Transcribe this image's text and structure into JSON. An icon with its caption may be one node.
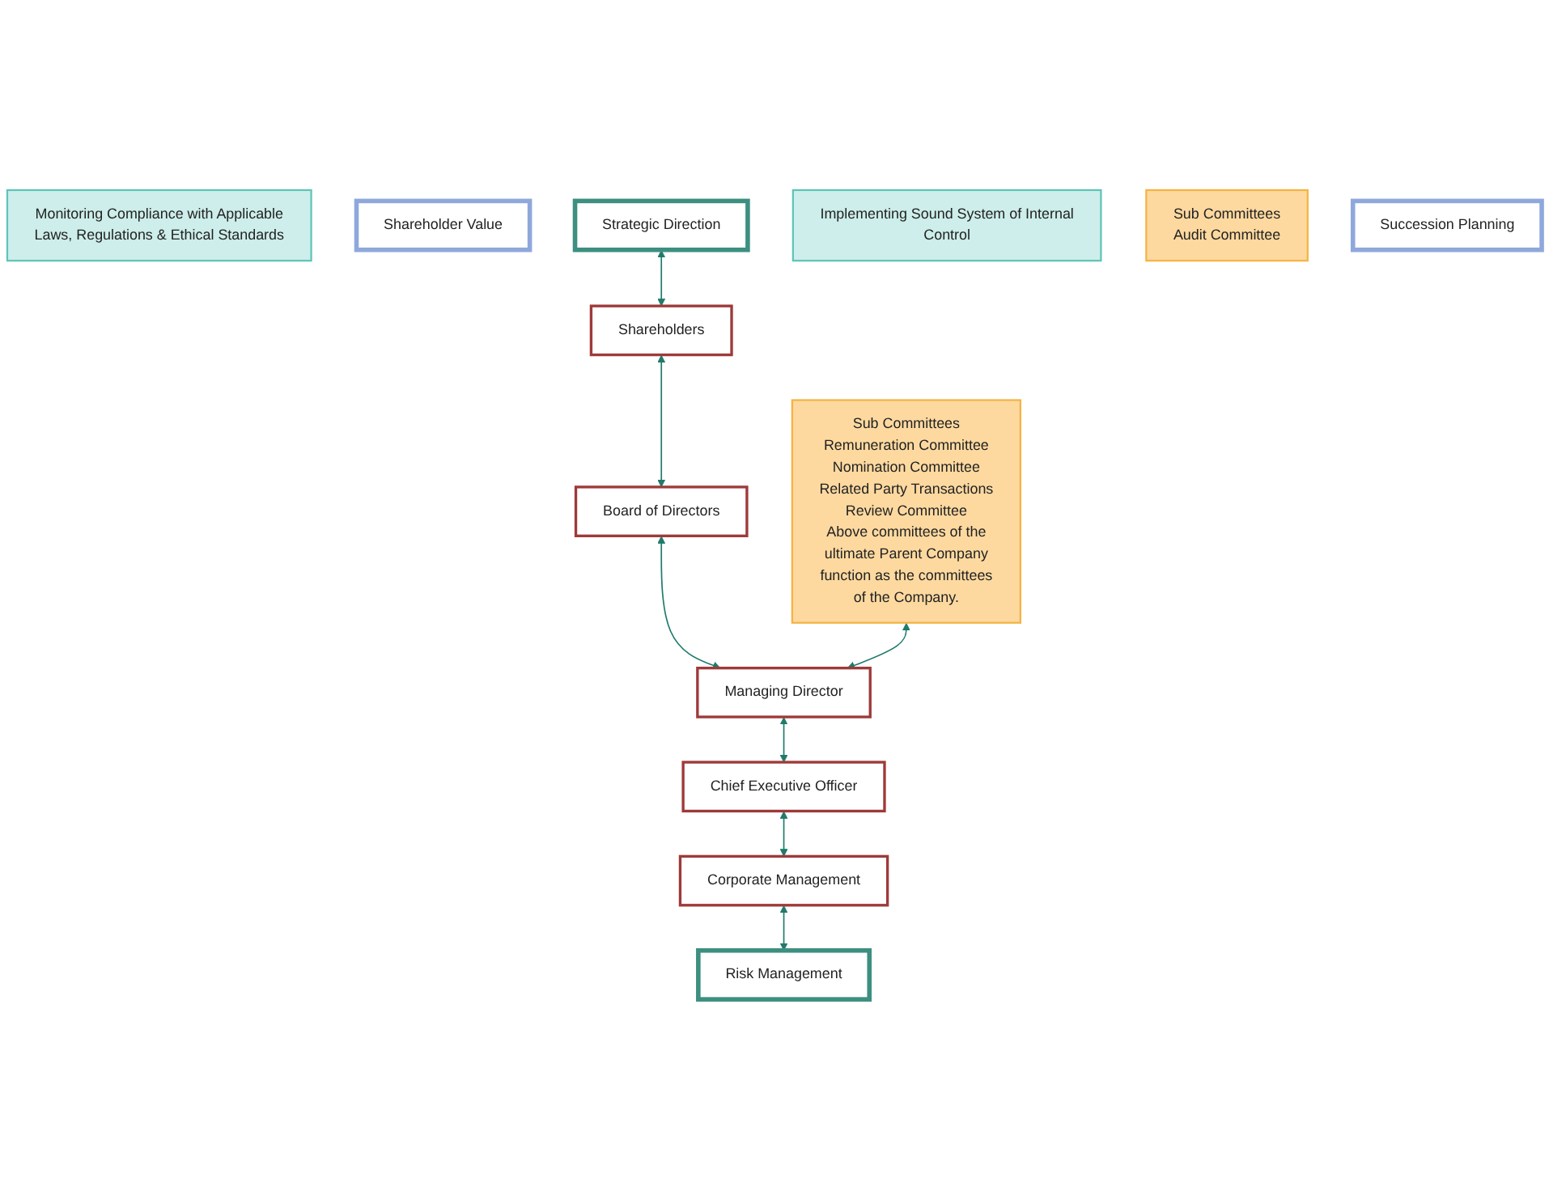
{
  "diagram": {
    "nodes": [
      {
        "text": [
          "Monitoring Compliance with Applicable Laws, Regulations & Ethical Standards"
        ]
      },
      {
        "text": [
          "Shareholder Value"
        ]
      },
      {
        "text": [
          "Strategic Direction"
        ]
      },
      {
        "text": [
          "Implementing Sound System of Internal Control"
        ]
      },
      {
        "text": [
          "Sub Committees",
          "Audit Committee"
        ]
      },
      {
        "text": [
          "Shareholders"
        ]
      },
      {
        "text": [
          "Board of Directors"
        ]
      },
      {
        "text": [
          "Sub Committees",
          "Remuneration Committee",
          "Nomination Committee",
          "Related Party Transactions Review Committee",
          "Above committees of the ultimate Parent Company function as the committees of the Company."
        ]
      },
      {
        "text": [
          "Managing Director"
        ]
      },
      {
        "text": [
          "Chief Executive Officer"
        ]
      },
      {
        "text": [
          "Corporate Management"
        ]
      },
      {
        "text": [
          "Succession Planning"
        ]
      },
      {
        "text": [
          "Risk Management"
        ]
      }
    ],
    "edges": [
      {
        "from": 2,
        "to": 5,
        "arrow": "both"
      },
      {
        "from": 5,
        "to": 6,
        "arrow": "both"
      },
      {
        "from": 6,
        "to": 8,
        "arrow": "both"
      },
      {
        "from": 7,
        "to": 8,
        "arrow": "both"
      },
      {
        "from": 8,
        "to": 9,
        "arrow": "both"
      },
      {
        "from": 9,
        "to": 10,
        "arrow": "both"
      },
      {
        "from": 10,
        "to": 12,
        "arrow": "both"
      }
    ]
  }
}
